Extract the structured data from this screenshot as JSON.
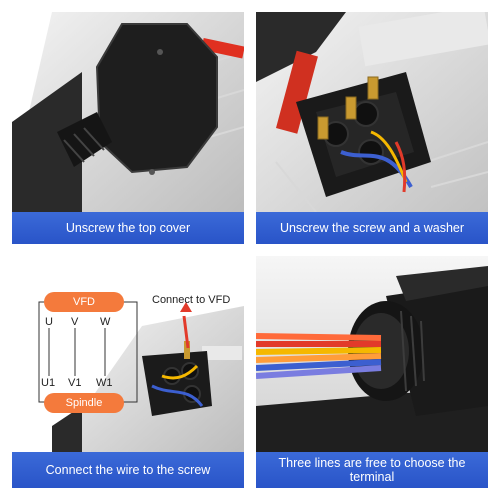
{
  "captions": {
    "step1": "Unscrew the top cover",
    "step2": "Unscrew the screw and a washer",
    "step3": "Connect the wire to the screw",
    "step4": "Three lines are free to choose the terminal"
  },
  "diagram": {
    "top_label": "VFD",
    "bottom_label": "Spindle",
    "top_terminals": [
      "U",
      "V",
      "W"
    ],
    "bottom_terminals": [
      "U1",
      "V1",
      "W1"
    ],
    "callout": "Connect to VFD"
  },
  "colors": {
    "caption_bg": "#2f5ccc",
    "pill": "#f47a3c",
    "wire_red": "#e23a2a",
    "wire_yellow": "#f5b800",
    "wire_blue": "#3c5fd0"
  }
}
